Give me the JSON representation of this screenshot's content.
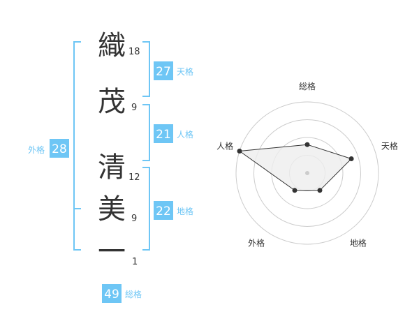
{
  "name": {
    "characters": [
      {
        "char": "織",
        "strokes": "18"
      },
      {
        "char": "茂",
        "strokes": "9"
      },
      {
        "char": "清",
        "strokes": "12"
      },
      {
        "char": "美",
        "strokes": "9"
      },
      {
        "char": "一",
        "strokes": "1"
      }
    ]
  },
  "kakusu": {
    "tenkaku": {
      "value": "27",
      "label": "天格"
    },
    "jinkaku": {
      "value": "21",
      "label": "人格"
    },
    "chikaku": {
      "value": "22",
      "label": "地格"
    },
    "gaikaku": {
      "value": "28",
      "label": "外格"
    },
    "soukaku": {
      "value": "49",
      "label": "総格"
    }
  },
  "radar": {
    "axes": [
      "総格",
      "天格",
      "地格",
      "外格",
      "人格"
    ],
    "values": [
      0.4,
      0.65,
      0.3,
      0.3,
      1.0
    ],
    "max": 1.0
  },
  "colors": {
    "accent": "#6ec6f5",
    "box_text": "#ffffff",
    "label_text": "#6ec6f5",
    "kanji_text": "#333333",
    "stroke_text": "#333333",
    "radar_grid": "#cccccc",
    "radar_fill": "#eeeeee",
    "radar_line": "#333333"
  }
}
